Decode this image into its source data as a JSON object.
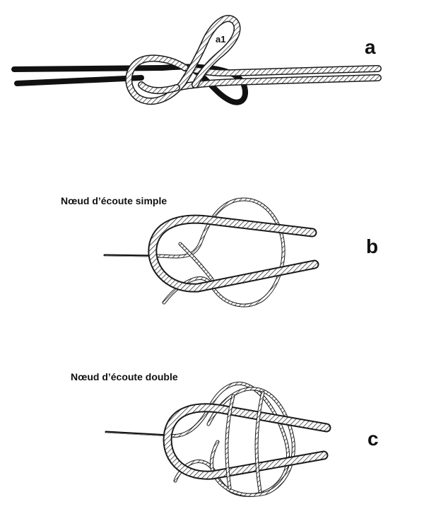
{
  "panels": [
    {
      "letter": "a",
      "caption": "",
      "sub_label": "a1"
    },
    {
      "letter": "b",
      "caption": "Nœud d’écoute simple"
    },
    {
      "letter": "c",
      "caption": "Nœud d’écoute double"
    }
  ],
  "colors": {
    "ink": "#111111",
    "dark_rope": "#1a1a1a",
    "light_rope_fill": "#ffffff",
    "hatch": "#333333",
    "background": "#ffffff"
  }
}
